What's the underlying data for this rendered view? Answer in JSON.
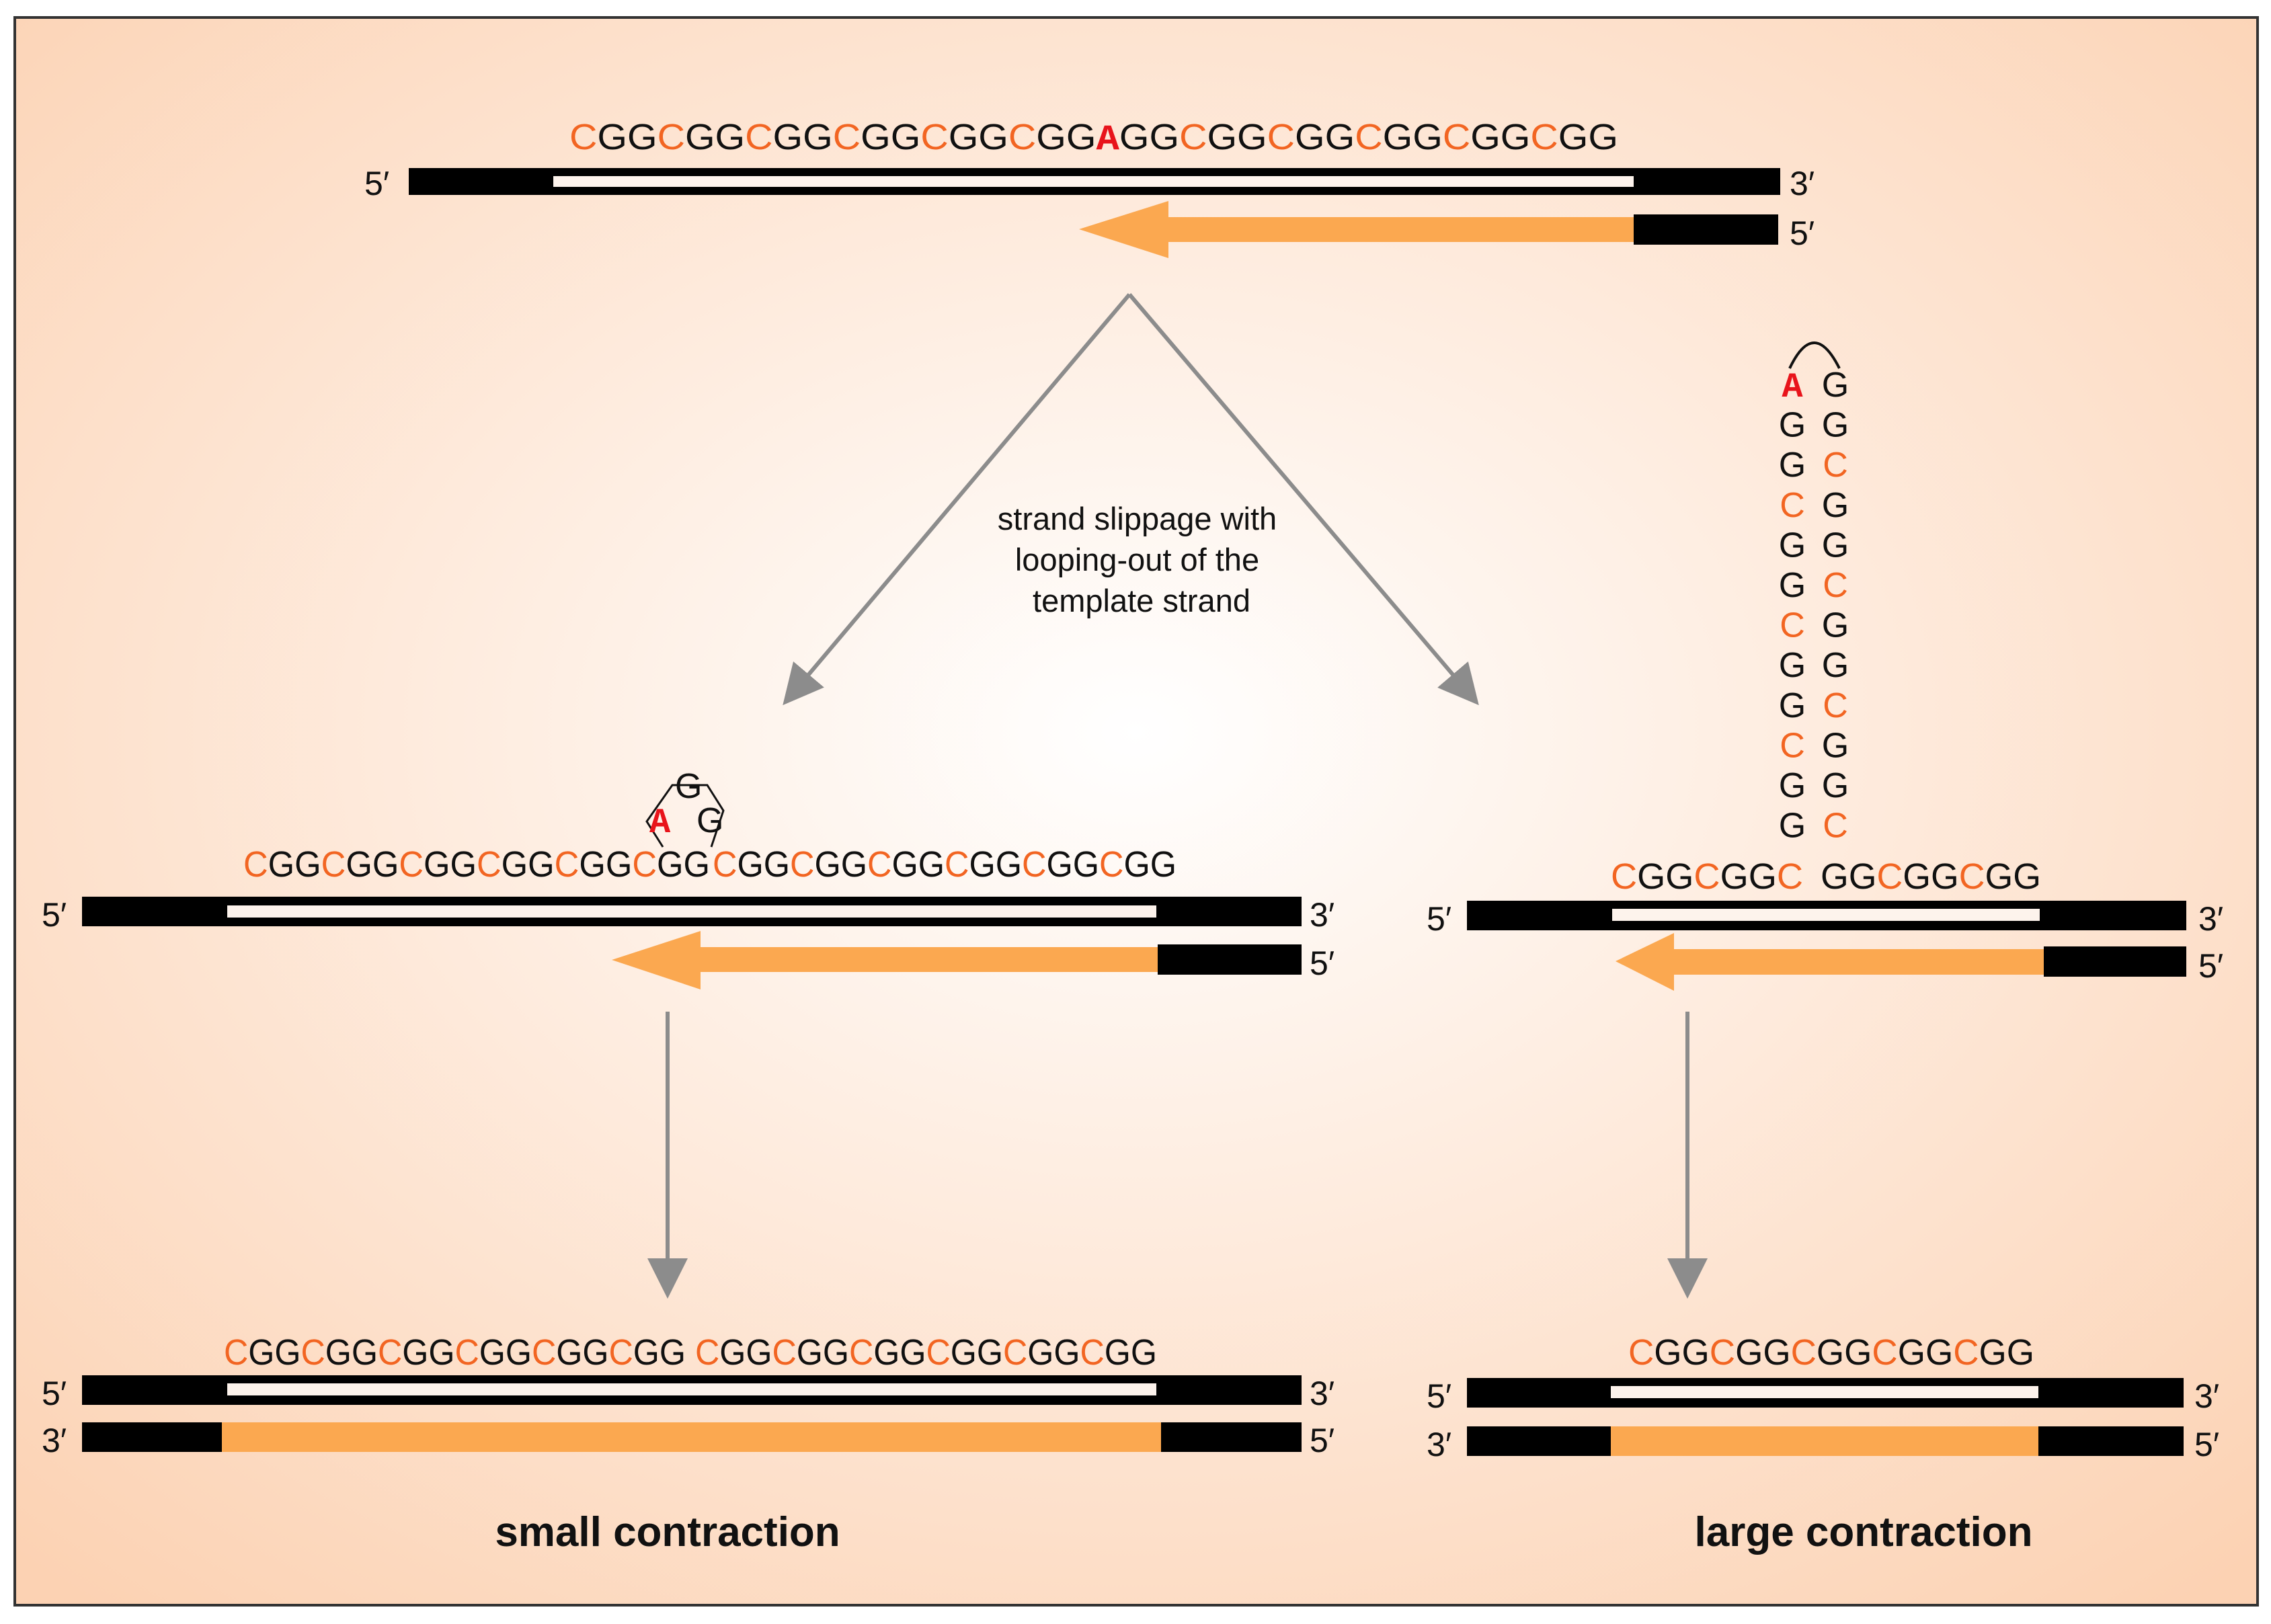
{
  "diagram": {
    "colors": {
      "background_center": "#ffffff",
      "background_edge": "#fcd2b3",
      "cytosine": "#f26522",
      "mutation": "#e8141b",
      "new_strand": "#fba850",
      "flank": "#000000",
      "arrow": "#8c8c8c"
    },
    "top": {
      "sequence": "CGGCGGCGGCGGCGGCGGAGGCGGCGGCGGCGGCGG",
      "template_left": "5′",
      "template_right": "3′",
      "new_right": "5′"
    },
    "note": {
      "lines": [
        "strand slippage with",
        "looping-out of the",
        "template strand"
      ]
    },
    "small_loop": {
      "left_sequence": "CGGCGGCGGCGGCGGCGG",
      "right_sequence": "CGGCGGCGGCGGCGGCGG",
      "loop_a": "A",
      "loop_g1": "G",
      "loop_g2": "G",
      "template_left": "5′",
      "template_right": "3′",
      "new_right": "5′"
    },
    "large_loop": {
      "base_left": "CGGCGGC",
      "base_right": "GGCGGCGG",
      "hairpin_left": [
        "A",
        "G",
        "G",
        "C",
        "G",
        "G",
        "C",
        "G",
        "G",
        "C",
        "G",
        "G"
      ],
      "hairpin_right": [
        "G",
        "G",
        "C",
        "G",
        "G",
        "C",
        "G",
        "G",
        "C",
        "G",
        "G",
        "C"
      ],
      "template_left": "5′",
      "template_right": "3′",
      "new_right": "5′"
    },
    "small_result": {
      "sequence": "CGGCGGCGGCGGCGGCGG CGGCGGCGGCGGCGGCGG",
      "template_left": "5′",
      "template_right": "3′",
      "new_left": "3′",
      "new_right": "5′",
      "caption": "small contraction"
    },
    "large_result": {
      "sequence": "CGGCGGCGGCGGCGG",
      "template_left": "5′",
      "template_right": "3′",
      "new_left": "3′",
      "new_right": "5′",
      "caption": "large contraction"
    }
  }
}
